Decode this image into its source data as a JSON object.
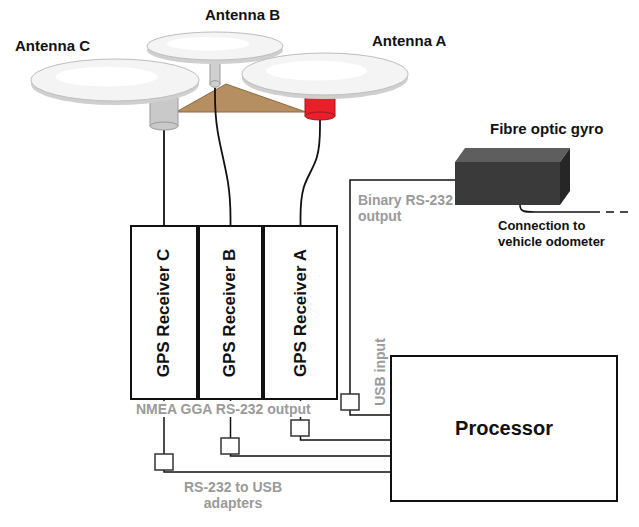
{
  "diagram": {
    "nodes": [
      {
        "text": [
          "Antenna C"
        ]
      },
      {
        "text": [
          "Antenna B"
        ]
      },
      {
        "text": [
          "Antenna A"
        ]
      },
      {
        "text": [
          "Fibre optic gyro"
        ]
      },
      {
        "text": [
          "GPS Receiver C"
        ]
      },
      {
        "text": [
          "GPS Receiver B"
        ]
      },
      {
        "text": [
          "GPS Receiver A"
        ]
      },
      {
        "text": [
          "Processor"
        ]
      }
    ],
    "edges": [
      {
        "from": 0,
        "to": 4,
        "arrow": "none"
      },
      {
        "from": 1,
        "to": 5,
        "arrow": "none"
      },
      {
        "from": 2,
        "to": 6,
        "arrow": "none"
      },
      {
        "from": 3,
        "to": 7,
        "arrow": "none"
      },
      {
        "from": 6,
        "to": 7,
        "arrow": "none"
      },
      {
        "from": 5,
        "to": 7,
        "arrow": "none"
      },
      {
        "from": 4,
        "to": 7,
        "arrow": "none"
      }
    ],
    "labels": [
      "Binary RS-232 output",
      "Connection to vehicle odometer",
      "NMEA GGA RS-232 output",
      "USB input",
      "RS-232 to USB adapters"
    ]
  }
}
